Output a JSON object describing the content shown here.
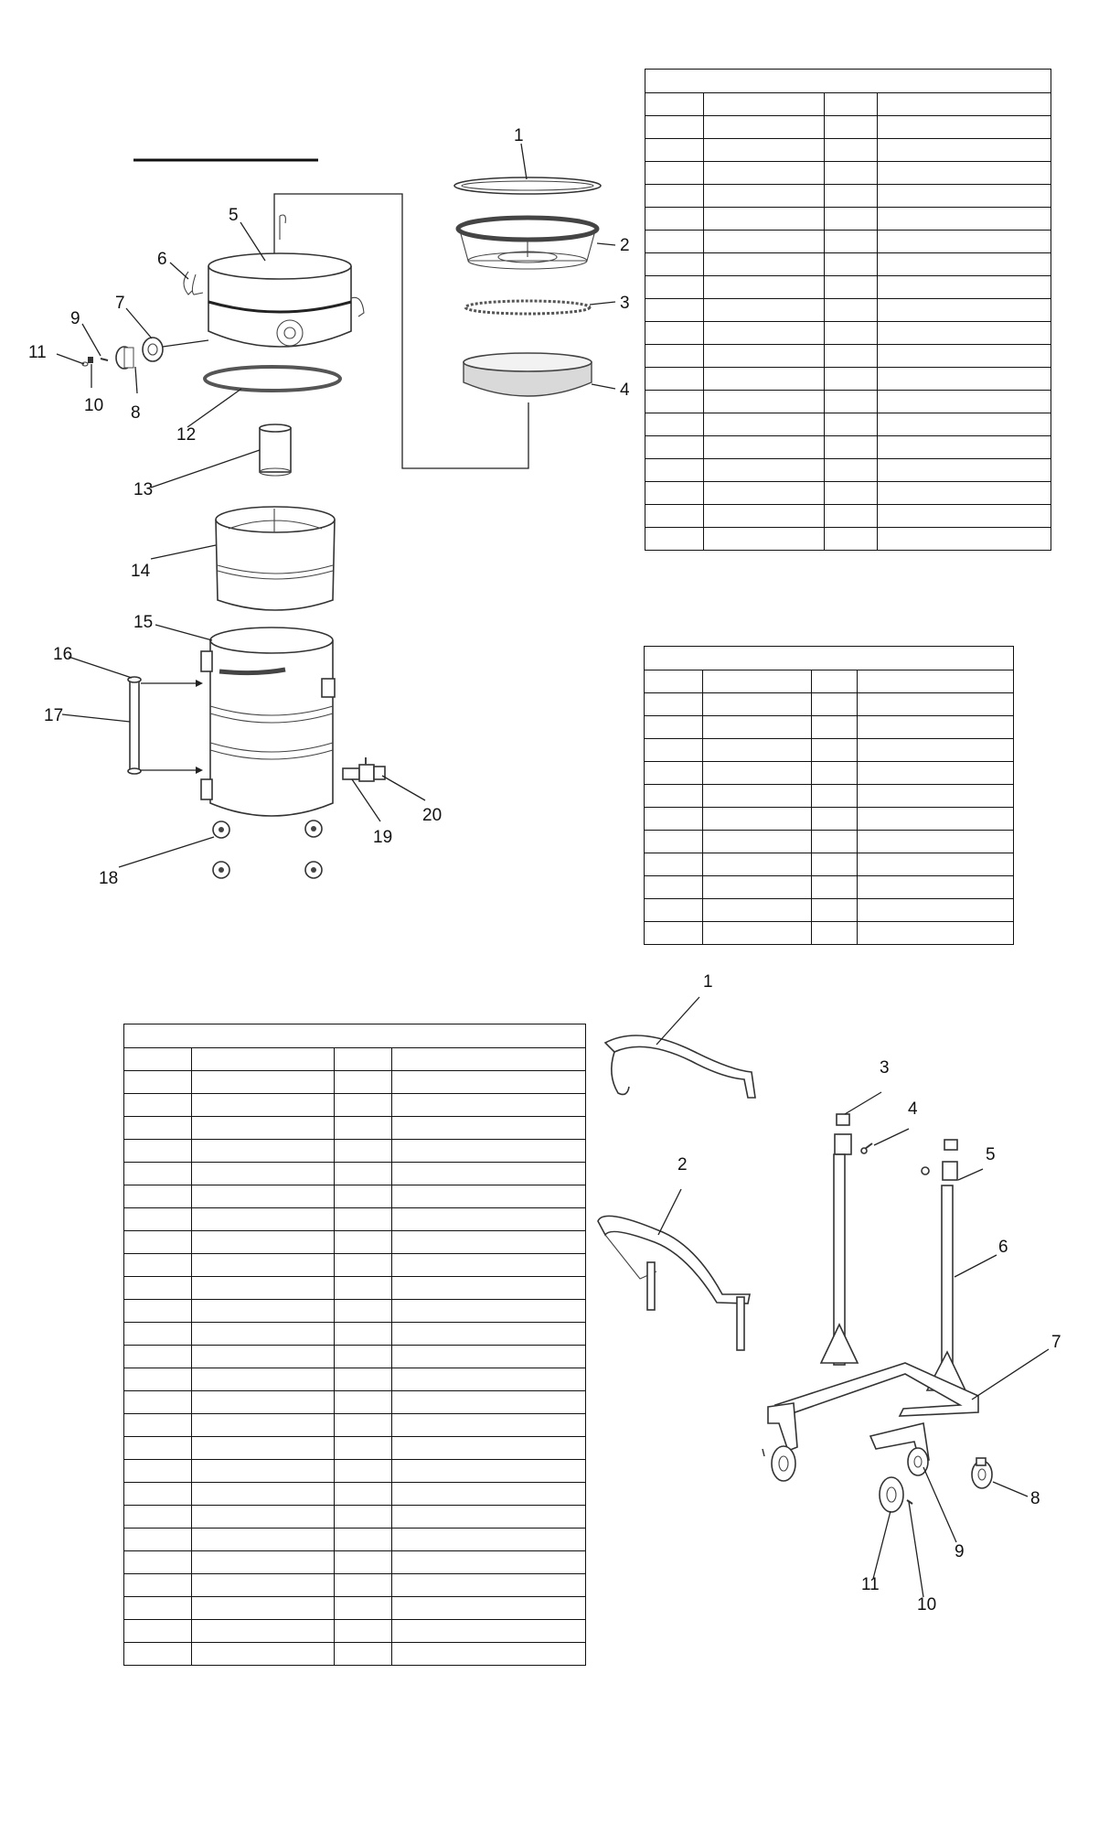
{
  "drawing_a": {
    "title_underline": "",
    "callouts": [
      "1",
      "2",
      "3",
      "4",
      "5",
      "6",
      "7",
      "8",
      "9",
      "10",
      "11",
      "12",
      "13",
      "14",
      "15",
      "16",
      "17",
      "18",
      "19",
      "20"
    ]
  },
  "drawing_b": {
    "callouts": [
      "1",
      "2",
      "3",
      "4",
      "5",
      "6",
      "7",
      "8",
      "9",
      "10",
      "11"
    ]
  },
  "table_a": {
    "title": "",
    "columns": 4,
    "body_rows": 20
  },
  "table_b": {
    "title": "",
    "columns": 4,
    "body_rows": 12
  },
  "table_c": {
    "title": "",
    "columns": 4,
    "body_rows": 27
  }
}
